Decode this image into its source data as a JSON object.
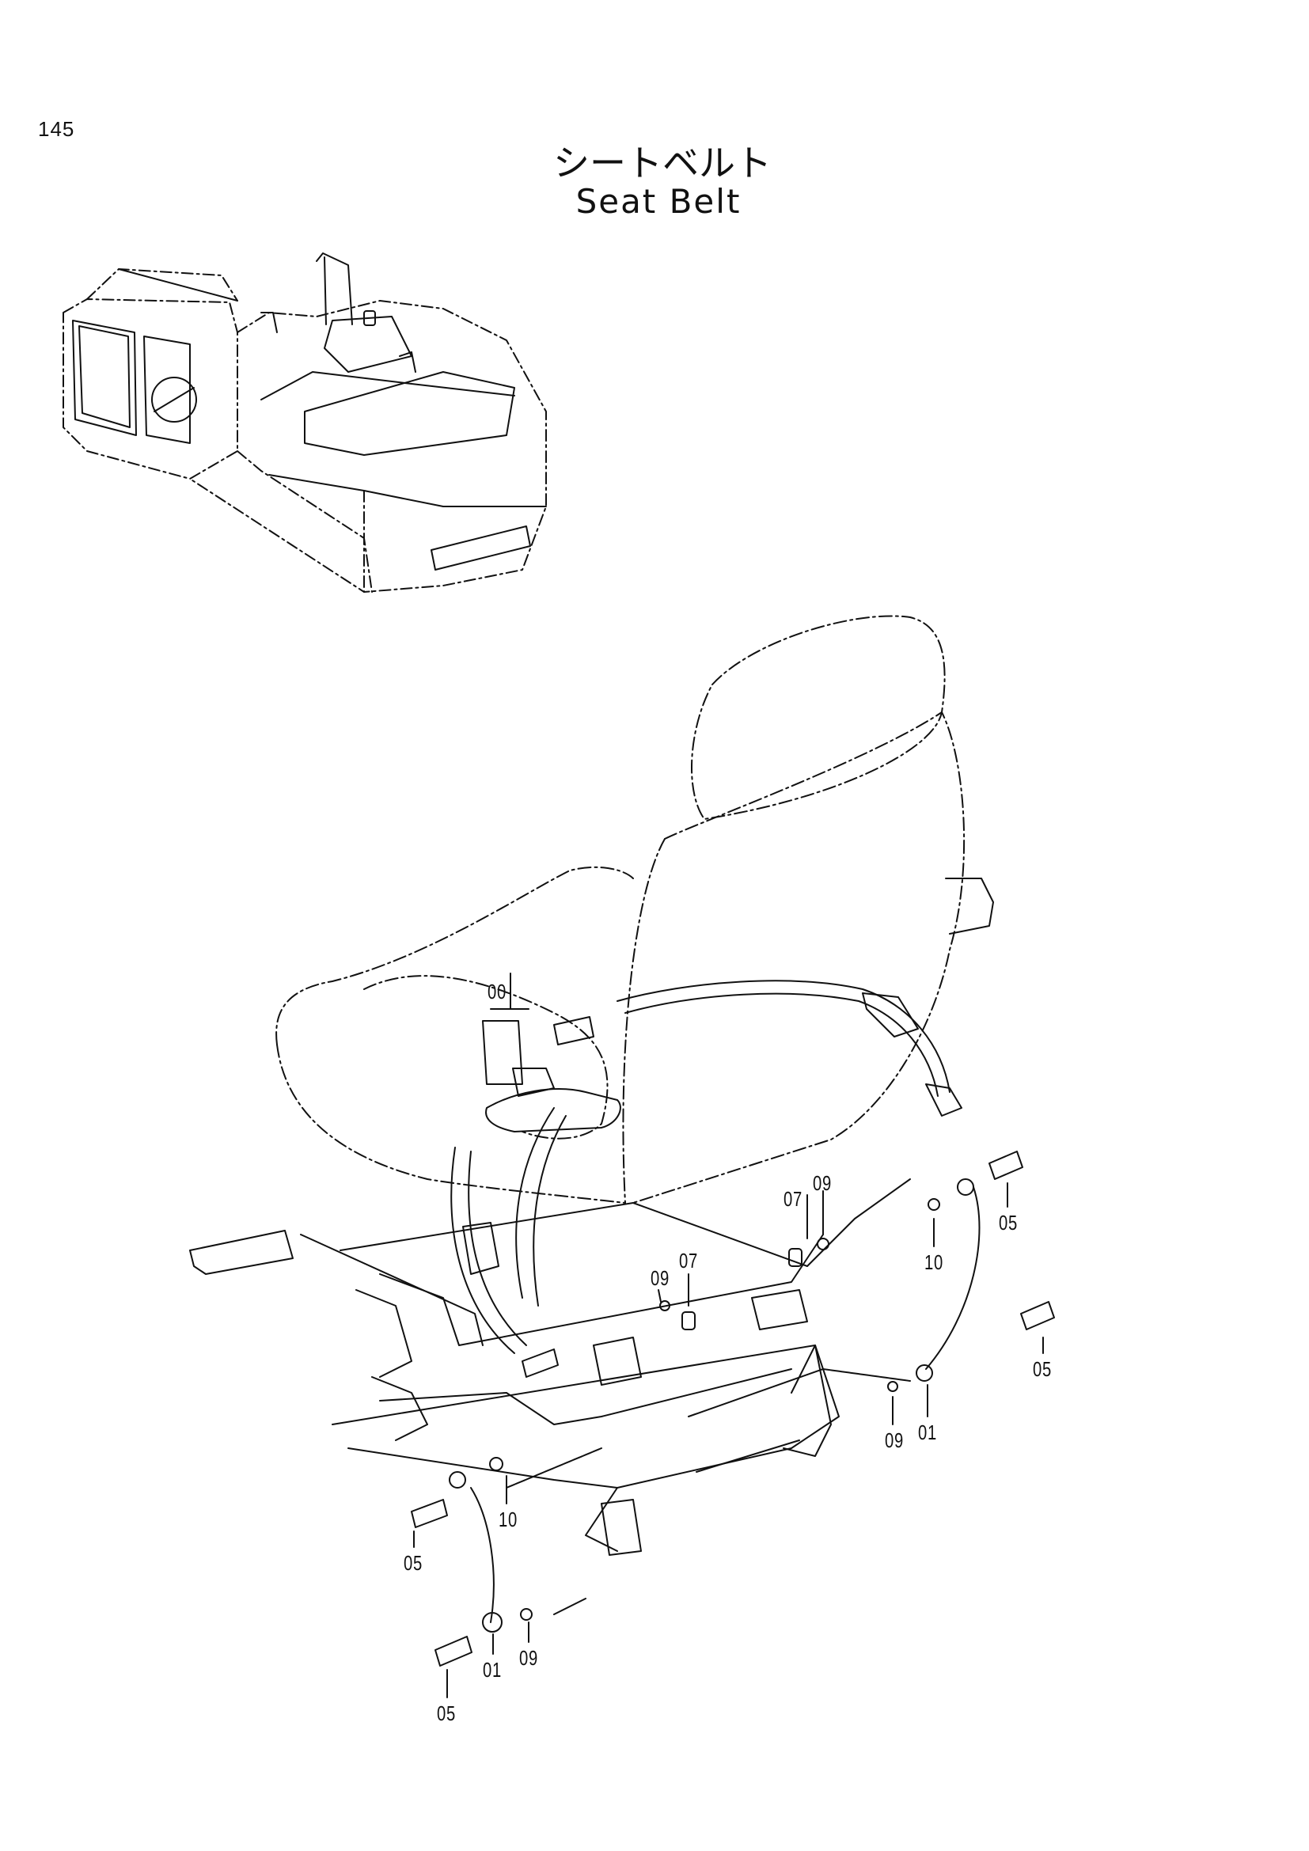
{
  "page": {
    "number": "145"
  },
  "title": {
    "jp": "シートベルト",
    "en": "Seat Belt"
  },
  "callouts": {
    "c00": "00",
    "c09a": "09",
    "c07a": "07",
    "c09b": "09",
    "c07b": "07",
    "c10a": "10",
    "c05a": "05",
    "c05b": "05",
    "c01a": "01",
    "c09c": "09",
    "c10b": "10",
    "c05c": "05",
    "c05d": "05",
    "c01b": "01",
    "c09d": "09"
  },
  "icons": [
    "excavator-overview-icon",
    "seat-belt-assembly-icon"
  ]
}
